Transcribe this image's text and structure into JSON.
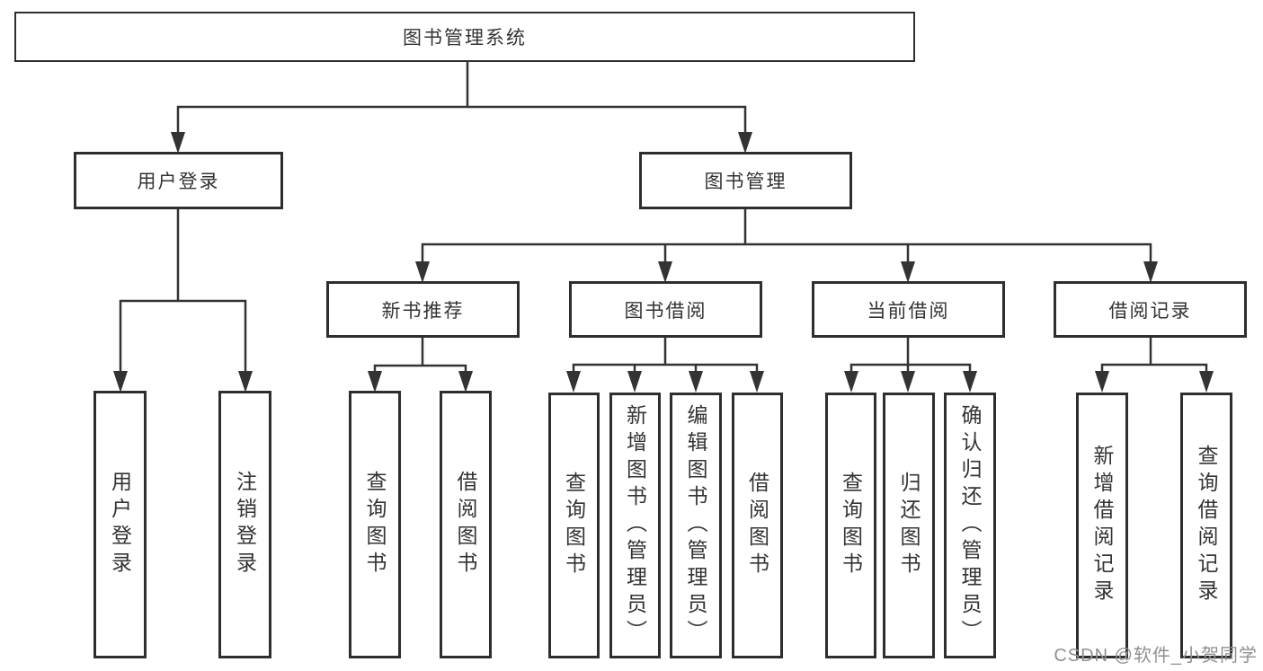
{
  "diagram": {
    "type": "tree",
    "title": "图书管理系统",
    "hierarchy": {
      "图书管理系统": [
        "用户登录",
        "图书管理"
      ],
      "用户登录": [
        "用户登录",
        "注销登录"
      ],
      "图书管理": [
        "新书推荐",
        "图书借阅",
        "当前借阅",
        "借阅记录"
      ],
      "新书推荐": [
        "查询图书",
        "借阅图书"
      ],
      "图书借阅": [
        "查询图书",
        "新增图书（管理员）",
        "编辑图书（管理员）",
        "借阅图书"
      ],
      "当前借阅": [
        "查询图书",
        "归还图书",
        "确认归还（管理员）"
      ],
      "借阅记录": [
        "新增借阅记录",
        "查询借阅记录"
      ]
    }
  },
  "nodes": {
    "system": {
      "label": "图书管理系统"
    },
    "user_login": {
      "label": "用户登录"
    },
    "book_mgmt": {
      "label": "图书管理"
    },
    "new_books": {
      "label": "新书推荐"
    },
    "book_borrow": {
      "label": "图书借阅"
    },
    "current_borrow": {
      "label": "当前借阅"
    },
    "borrow_records": {
      "label": "借阅记录"
    },
    "leaf_user_login": {
      "label": "用户登录"
    },
    "leaf_logout": {
      "label": "注销登录"
    },
    "leaf_nb_query": {
      "label": "查询图书"
    },
    "leaf_nb_borrow": {
      "label": "借阅图书"
    },
    "leaf_bb_query": {
      "label": "查询图书"
    },
    "leaf_bb_add": {
      "label": "新增图书（管理员）"
    },
    "leaf_bb_edit": {
      "label": "编辑图书（管理员）"
    },
    "leaf_bb_borrow": {
      "label": "借阅图书"
    },
    "leaf_cb_query": {
      "label": "查询图书"
    },
    "leaf_cb_return": {
      "label": "归还图书"
    },
    "leaf_cb_confirm": {
      "label": "确认归还（管理员）"
    },
    "leaf_br_add": {
      "label": "新增借阅记录"
    },
    "leaf_br_query": {
      "label": "查询借阅记录"
    }
  },
  "watermark": {
    "text": "CSDN @软件_小贺同学"
  },
  "colors": {
    "line": "#333333",
    "box_border": "#2e2e2e",
    "text": "#333333",
    "watermark": "#909090",
    "background": "#ffffff"
  }
}
